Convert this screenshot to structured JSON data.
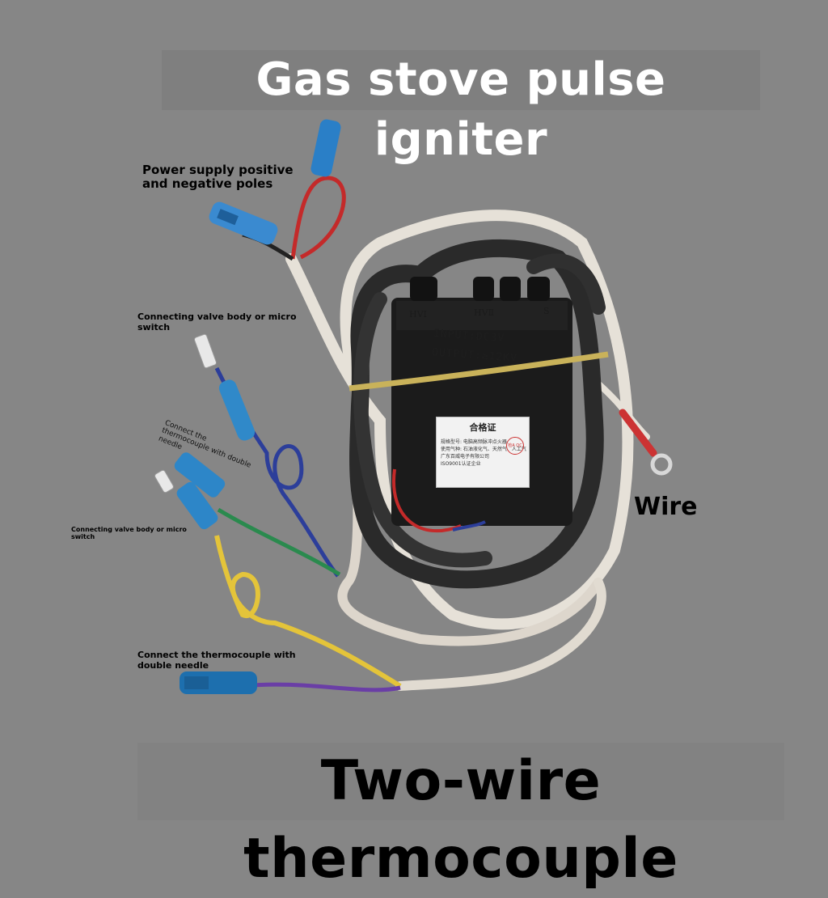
{
  "title": "Gas stove pulse igniter",
  "bottom_title": "Two-wire thermocouple",
  "labels": {
    "power": "Power supply positive and negative poles",
    "valve_top": "Connecting valve body or micro switch",
    "thermo_rotated": "Connect the thermocouple with double needle",
    "valve_bottom": "Connecting valve body or micro switch",
    "thermo_bottom": "Connect the thermocouple with double needle",
    "wire": "Wire"
  },
  "device": {
    "port_hv1": "HVⅠ",
    "port_hv2": "HVⅡ",
    "port_s": "S",
    "input": "INPUT:DC3V",
    "output": "OUTPUT:≥12KV",
    "certificate": {
      "title": "合格证",
      "line1": "规格型号: 电脑高频脉冲点火器",
      "line2": "使用气种: 石油液化气、天然气、人工气",
      "line3": "广东百威电子有限公司",
      "line4": "ISO9001认证企业",
      "stamp": "检A QC"
    }
  }
}
